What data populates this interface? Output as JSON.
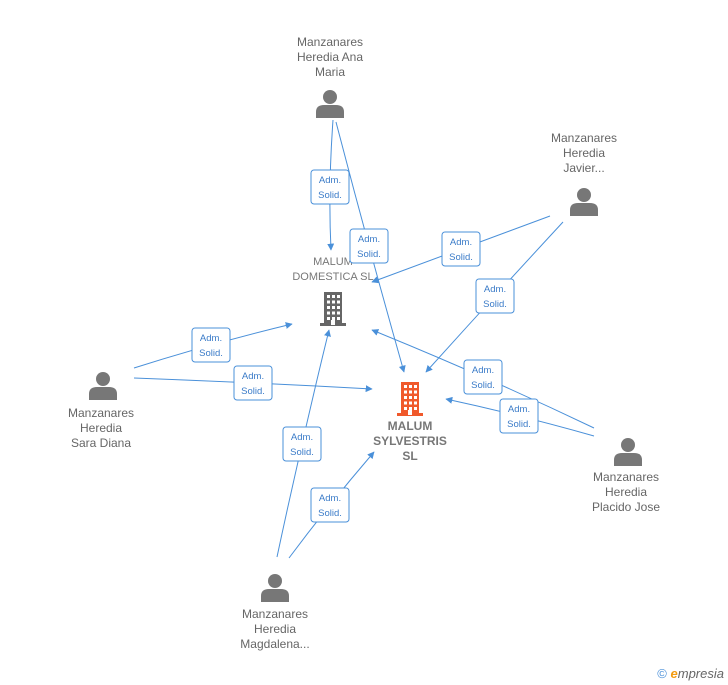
{
  "persons": [
    {
      "id": "ana",
      "lines": [
        "Manzanares",
        "Heredia Ana",
        "Maria"
      ]
    },
    {
      "id": "javier",
      "lines": [
        "Manzanares",
        "Heredia",
        "Javier..."
      ]
    },
    {
      "id": "sara",
      "lines": [
        "Manzanares",
        "Heredia",
        "Sara Diana"
      ]
    },
    {
      "id": "placido",
      "lines": [
        "Manzanares",
        "Heredia",
        "Placido Jose"
      ]
    },
    {
      "id": "magdalena",
      "lines": [
        "Manzanares",
        "Heredia",
        "Magdalena..."
      ]
    }
  ],
  "companies": [
    {
      "id": "domestica",
      "lines": [
        "MALUM",
        "DOMESTICA SL"
      ],
      "color": "#666666",
      "main": false
    },
    {
      "id": "sylvestris",
      "lines": [
        "MALUM",
        "SYLVESTRIS",
        "SL"
      ],
      "color": "#f0592b",
      "main": true
    }
  ],
  "edges": [
    {
      "from": "ana",
      "to": "domestica",
      "label": [
        "Adm.",
        "Solid."
      ]
    },
    {
      "from": "ana",
      "to": "sylvestris",
      "label": [
        "Adm.",
        "Solid."
      ]
    },
    {
      "from": "javier",
      "to": "domestica",
      "label": [
        "Adm.",
        "Solid."
      ]
    },
    {
      "from": "javier",
      "to": "sylvestris",
      "label": [
        "Adm.",
        "Solid."
      ]
    },
    {
      "from": "sara",
      "to": "domestica",
      "label": [
        "Adm.",
        "Solid."
      ]
    },
    {
      "from": "sara",
      "to": "sylvestris",
      "label": [
        "Adm.",
        "Solid."
      ]
    },
    {
      "from": "placido",
      "to": "domestica",
      "label": [
        "Adm.",
        "Solid."
      ]
    },
    {
      "from": "placido",
      "to": "sylvestris",
      "label": [
        "Adm.",
        "Solid."
      ]
    },
    {
      "from": "magdalena",
      "to": "domestica",
      "label": [
        "Adm.",
        "Solid."
      ]
    },
    {
      "from": "magdalena",
      "to": "sylvestris",
      "label": [
        "Adm.",
        "Solid."
      ]
    }
  ],
  "footer": {
    "copyright": "©",
    "brand_initial": "e",
    "brand_rest": "mpresia"
  },
  "colors": {
    "edge": "#4a90d9",
    "person_icon": "#777777"
  }
}
